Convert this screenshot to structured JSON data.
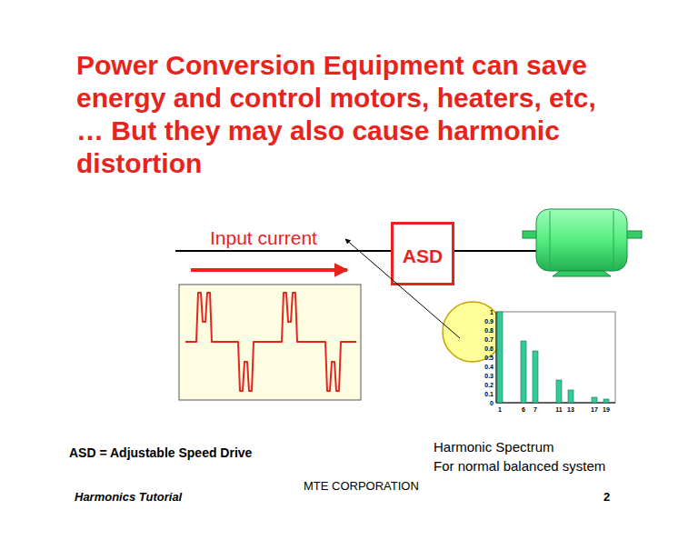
{
  "diagram": {
    "title": "Power Conversion Equipment can save energy and control motors, heaters, etc, … But they may also cause harmonic distortion",
    "nodes": [
      {
        "text": [
          "ASD"
        ]
      },
      {
        "text": [
          "Harmonic Spectrum",
          "For normal balanced system"
        ]
      }
    ],
    "labels": [
      "Input current",
      "1",
      "0.9",
      "0.8",
      "0.7",
      "0.6",
      "0.5",
      "0.4",
      "0.3",
      "0.2",
      "0.1",
      "0",
      "1",
      "6",
      "7",
      "11",
      "13",
      "17",
      "19",
      "ASD = Adjustable Speed Drive",
      "MTE CORPORATION",
      "Harmonics Tutorial",
      "2"
    ]
  }
}
